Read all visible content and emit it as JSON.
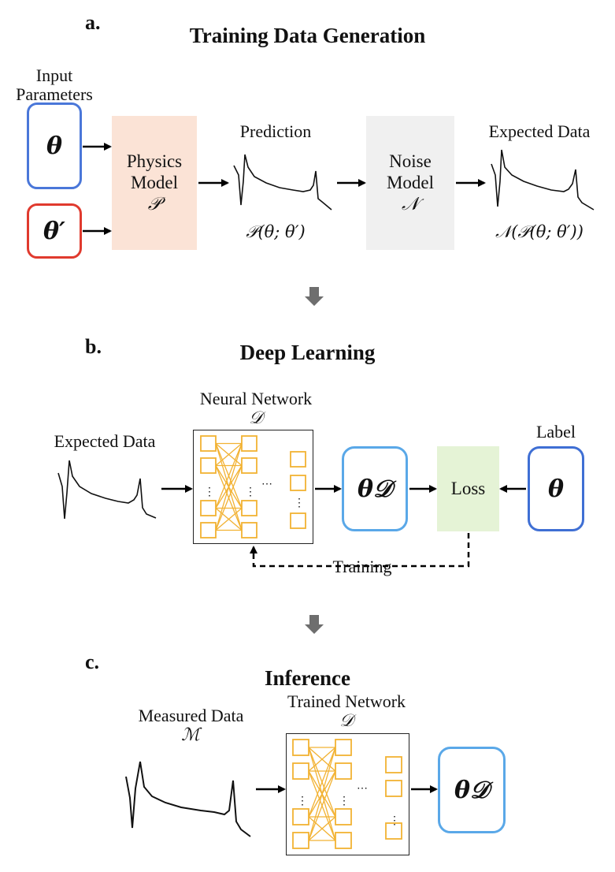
{
  "panel_a": {
    "letter": "a.",
    "title": "Training Data Generation",
    "input_label": "Input\nParameters",
    "theta": "θ",
    "theta_prime": "θ′",
    "physics_model": {
      "line1": "Physics",
      "line2": "Model",
      "symbol": "𝒫"
    },
    "prediction_label": "Prediction",
    "prediction_formula": "𝒫(θ; θ′)",
    "noise_model": {
      "line1": "Noise",
      "line2": "Model",
      "symbol": "𝒩"
    },
    "expected_label": "Expected Data",
    "expected_formula": "𝒩(𝒫(θ; θ′))"
  },
  "panel_b": {
    "letter": "b.",
    "title": "Deep Learning",
    "expected_label": "Expected Data",
    "network_label": "Neural Network",
    "network_symbol": "𝒟",
    "output": "θ𝒟",
    "loss": "Loss",
    "label_title": "Label",
    "label_symbol": "θ",
    "training": "Training"
  },
  "panel_c": {
    "letter": "c.",
    "title": "Inference",
    "measured_label": "Measured Data",
    "measured_symbol": "ℳ",
    "network_label": "Trained Network",
    "network_symbol": "𝒟",
    "output": "θ𝒟"
  },
  "colors": {
    "blue_border": "#4a77d9",
    "red_border": "#e03a2e",
    "light_blue_border": "#5aa8e8",
    "physics_fill": "#fbe3d6",
    "noise_fill": "#f0f0f0",
    "loss_fill": "#e5f3d6",
    "neuron": "#f2b233",
    "down_arrow": "#6e6e6e"
  },
  "icons": [
    "down-arrow-icon",
    "neural-network-icon",
    "signal-trace-icon"
  ]
}
